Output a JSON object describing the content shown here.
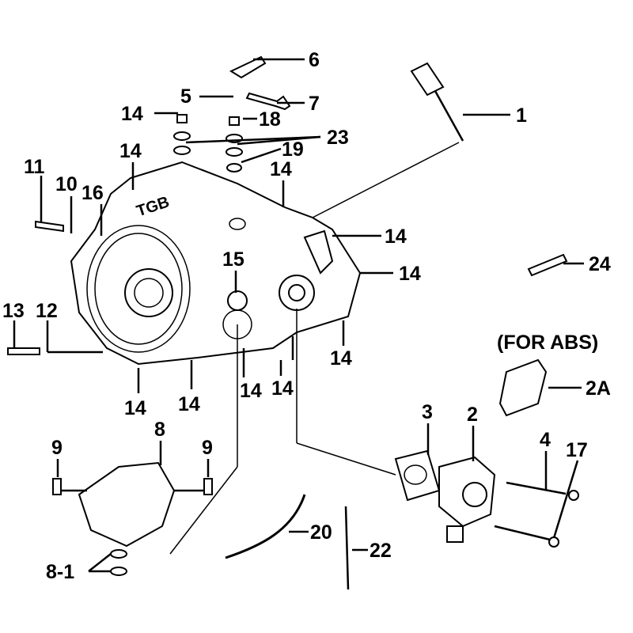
{
  "diagram": {
    "cover_logo": "TGB",
    "note": "(FOR ABS)",
    "callouts": {
      "c6": "6",
      "c5": "5",
      "c7": "7",
      "c1": "1",
      "c14a": "14",
      "c18": "18",
      "c23": "23",
      "c19": "19",
      "c14b": "14",
      "c14c": "14",
      "c11": "11",
      "c10": "10",
      "c16": "16",
      "c14d": "14",
      "c15": "15",
      "c14e": "14",
      "c24": "24",
      "c13": "13",
      "c12": "12",
      "c14f": "14",
      "c14g": "14",
      "c14h": "14",
      "c14i": "14",
      "c14j": "14",
      "c2A": "2A",
      "c3": "3",
      "c2": "2",
      "c8": "8",
      "c9a": "9",
      "c9b": "9",
      "c4": "4",
      "c17": "17",
      "c20": "20",
      "c22": "22",
      "c8_1": "8-1"
    }
  }
}
